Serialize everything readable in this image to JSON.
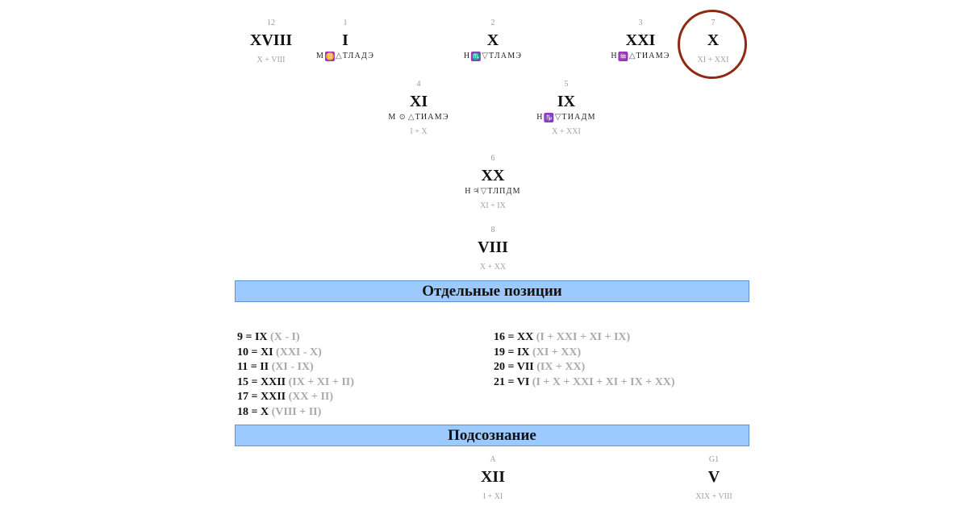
{
  "top_nodes": [
    {
      "num": "12",
      "value": "XVIII",
      "code": "",
      "sum": "X + VIII"
    },
    {
      "num": "1",
      "value": "I",
      "code": "М♊△ТЛАДЭ",
      "sum": ""
    },
    {
      "num": "2",
      "value": "X",
      "code": "Н♏▽ТЛАМЭ",
      "sum": ""
    },
    {
      "num": "3",
      "value": "XXI",
      "code": "Н♒△ТИАМЭ",
      "sum": ""
    },
    {
      "num": "7",
      "value": "X",
      "code": "",
      "sum": "XI + XXI"
    }
  ],
  "mid_nodes": [
    {
      "num": "4",
      "value": "XI",
      "code": "М⊙△ТИАМЭ",
      "sum": "I + X"
    },
    {
      "num": "5",
      "value": "IX",
      "code": "Н♑▽ТИАДМ",
      "sum": "X + XXI"
    }
  ],
  "node6": {
    "num": "6",
    "value": "XX",
    "code": "Н♃▽ТЛПДМ",
    "sum": "XI + IX"
  },
  "node8": {
    "num": "8",
    "value": "VIII",
    "sum": "X + XX"
  },
  "sections": {
    "positions_title": "Отдельные позиции",
    "subconscious_title": "Подсознание"
  },
  "positions_left": [
    {
      "k": "9 = IX",
      "d": "(X - I)"
    },
    {
      "k": "10 = XI",
      "d": "(XXI - X)"
    },
    {
      "k": "11 = II",
      "d": "(XI - IX)"
    },
    {
      "k": "15 = XXII",
      "d": "(IX + XI + II)"
    },
    {
      "k": "17 = XXII",
      "d": "(XX + II)"
    },
    {
      "k": "18 = X",
      "d": "(VIII + II)"
    }
  ],
  "positions_right": [
    {
      "k": "16 = XX",
      "d": "(I + XXI + XI + IX)"
    },
    {
      "k": "19 = IX",
      "d": "(XI + XX)"
    },
    {
      "k": "20 = VII",
      "d": "(IX + XX)"
    },
    {
      "k": "21 = VI",
      "d": "(I + X + XXI + XI + IX + XX)"
    }
  ],
  "subconscious": [
    {
      "num": "A",
      "value": "XII",
      "sum": "I + XI"
    },
    {
      "num": "G1",
      "value": "V",
      "sum": "XIX + VIII"
    }
  ],
  "colors": {
    "band_bg": "#9ccaff",
    "band_border": "#5e93d6",
    "zodiac_badge": "#9b36c4",
    "highlight_circle": "#8e2a13"
  }
}
